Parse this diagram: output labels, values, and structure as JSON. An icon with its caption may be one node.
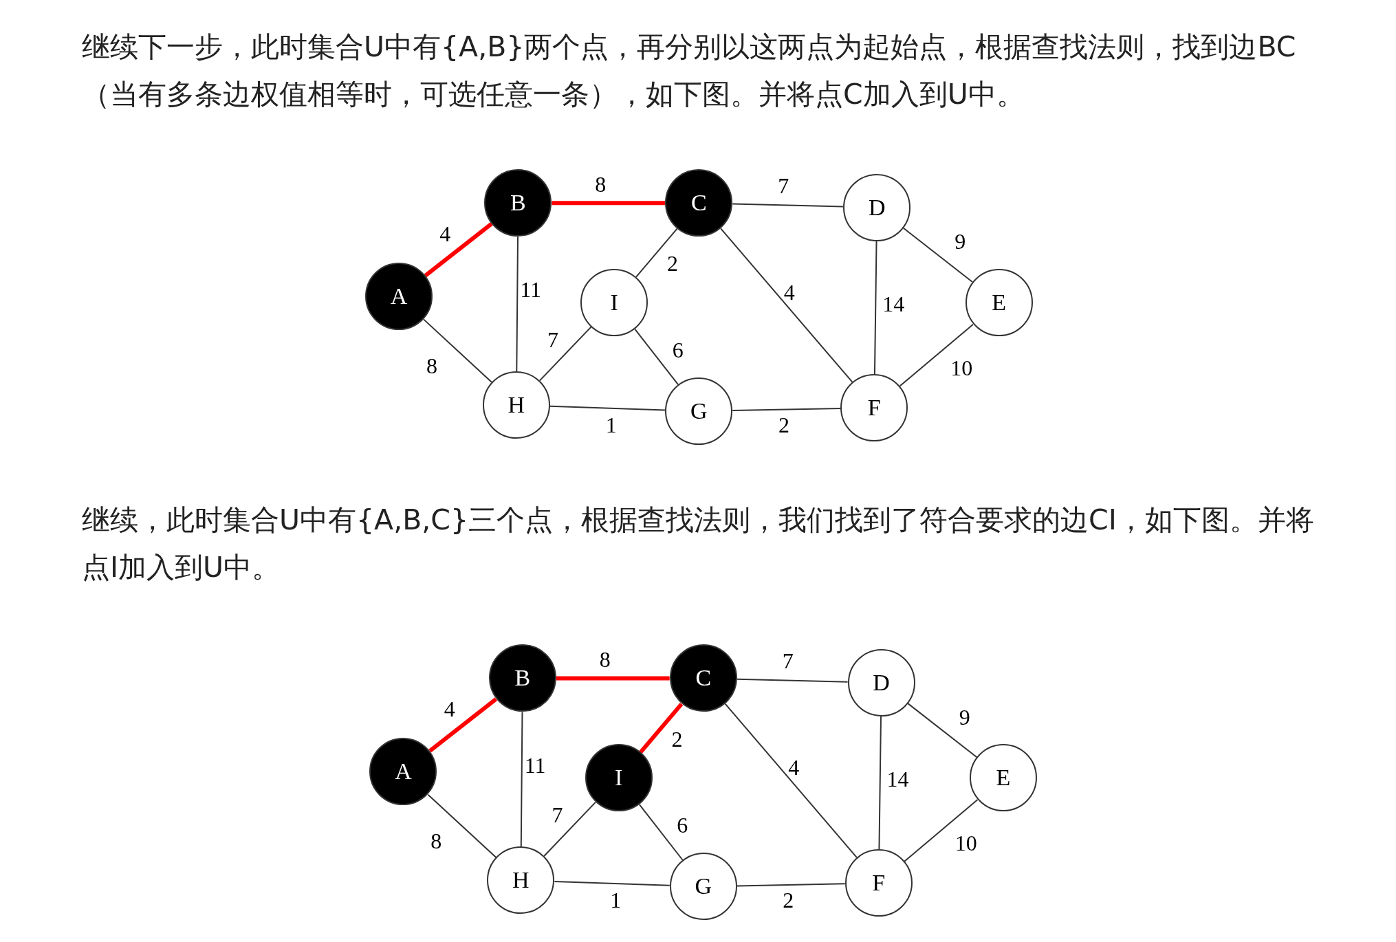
{
  "diagram": {
    "nodes": [
      {
        "text": [
          "B"
        ]
      },
      {
        "text": [
          "C"
        ]
      },
      {
        "text": [
          "D"
        ]
      },
      {
        "text": [
          "A"
        ]
      },
      {
        "text": [
          "I"
        ]
      },
      {
        "text": [
          "E"
        ]
      },
      {
        "text": [
          "H"
        ]
      },
      {
        "text": [
          "G"
        ]
      },
      {
        "text": [
          "F"
        ]
      },
      {
        "text": [
          "B"
        ]
      },
      {
        "text": [
          "C"
        ]
      },
      {
        "text": [
          "D"
        ]
      },
      {
        "text": [
          "A"
        ]
      },
      {
        "text": [
          "I"
        ]
      },
      {
        "text": [
          "E"
        ]
      },
      {
        "text": [
          "H"
        ]
      },
      {
        "text": [
          "G"
        ]
      },
      {
        "text": [
          "F"
        ]
      }
    ],
    "edges": [
      {
        "from": 3,
        "to": 0,
        "arrow": "none",
        "label": "4",
        "style": "thick",
        "color": "#ff0000"
      },
      {
        "from": 0,
        "to": 1,
        "arrow": "none",
        "label": "8",
        "style": "thick",
        "color": "#ff0000"
      },
      {
        "from": 1,
        "to": 2,
        "arrow": "none",
        "label": "7"
      },
      {
        "from": 2,
        "to": 5,
        "arrow": "none",
        "label": "9"
      },
      {
        "from": 3,
        "to": 6,
        "arrow": "none",
        "label": "8"
      },
      {
        "from": 0,
        "to": 6,
        "arrow": "none",
        "label": "11"
      },
      {
        "from": 1,
        "to": 4,
        "arrow": "none",
        "label": "2"
      },
      {
        "from": 1,
        "to": 8,
        "arrow": "none",
        "label": "4"
      },
      {
        "from": 2,
        "to": 8,
        "arrow": "none",
        "label": "14"
      },
      {
        "from": 5,
        "to": 8,
        "arrow": "none",
        "label": "10"
      },
      {
        "from": 6,
        "to": 4,
        "arrow": "none",
        "label": "7"
      },
      {
        "from": 4,
        "to": 7,
        "arrow": "none",
        "label": "6"
      },
      {
        "from": 6,
        "to": 7,
        "arrow": "none",
        "label": "1"
      },
      {
        "from": 7,
        "to": 8,
        "arrow": "none",
        "label": "2"
      },
      {
        "from": 12,
        "to": 9,
        "arrow": "none",
        "label": "4",
        "style": "thick",
        "color": "#ff0000"
      },
      {
        "from": 9,
        "to": 10,
        "arrow": "none",
        "label": "8",
        "style": "thick",
        "color": "#ff0000"
      },
      {
        "from": 10,
        "to": 11,
        "arrow": "none",
        "label": "7"
      },
      {
        "from": 11,
        "to": 14,
        "arrow": "none",
        "label": "9"
      },
      {
        "from": 12,
        "to": 15,
        "arrow": "none",
        "label": "8"
      },
      {
        "from": 9,
        "to": 15,
        "arrow": "none",
        "label": "11"
      },
      {
        "from": 10,
        "to": 13,
        "arrow": "none",
        "label": "2",
        "style": "thick",
        "color": "#ff0000"
      },
      {
        "from": 10,
        "to": 17,
        "arrow": "none",
        "label": "4"
      },
      {
        "from": 11,
        "to": 17,
        "arrow": "none",
        "label": "14"
      },
      {
        "from": 14,
        "to": 17,
        "arrow": "none",
        "label": "10"
      },
      {
        "from": 15,
        "to": 13,
        "arrow": "none",
        "label": "7"
      },
      {
        "from": 13,
        "to": 16,
        "arrow": "none",
        "label": "6"
      },
      {
        "from": 15,
        "to": 16,
        "arrow": "none",
        "label": "1"
      },
      {
        "from": 16,
        "to": 17,
        "arrow": "none",
        "label": "2"
      }
    ],
    "labels": [
      "继续下一步，此时集合U中有{A,B}两个点，再分别以这两点为起始点，根据查找法则，找到边BC（当有多条边权值相等时，可选任意一条），如下图。并将点C加入到U中。",
      "继续，此时集合U中有{A,B,C}三个点，根据查找法则，我们找到了符合要求的边CI，如下图。并将点I加入到U中。"
    ]
  }
}
